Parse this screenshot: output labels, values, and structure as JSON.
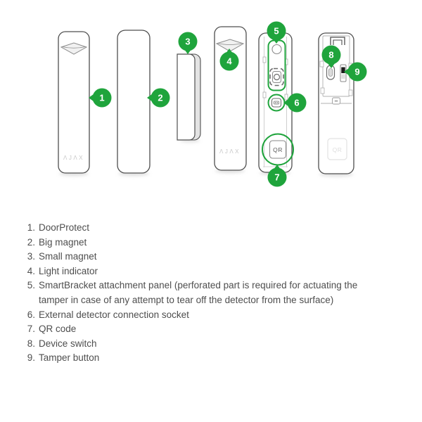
{
  "theme": {
    "accent_green": "#1FA43C",
    "outline_gray": "#4F4F4F",
    "detail_gray": "#8A8A8A",
    "text_color": "#4E4E4E"
  },
  "diagram": {
    "logo": "ΛJΛX",
    "qr_front_label": "QR",
    "qr_back_label": "QR",
    "badges": [
      "1",
      "2",
      "3",
      "4",
      "5",
      "6",
      "7",
      "8",
      "9"
    ]
  },
  "legend": {
    "items": [
      {
        "num": "1.",
        "text": "DoorProtect"
      },
      {
        "num": "2.",
        "text": "Big magnet"
      },
      {
        "num": "3.",
        "text": "Small magnet"
      },
      {
        "num": "4.",
        "text": "Light indicator"
      },
      {
        "num": "5.",
        "text": "SmartBracket attachment panel (perforated part is required for actuating the tamper in case of any attempt to tear off the detector from the surface)"
      },
      {
        "num": "6.",
        "text": "External detector connection socket"
      },
      {
        "num": "7.",
        "text": "QR code"
      },
      {
        "num": "8.",
        "text": "Device switch"
      },
      {
        "num": "9.",
        "text": "Tamper button"
      }
    ]
  }
}
